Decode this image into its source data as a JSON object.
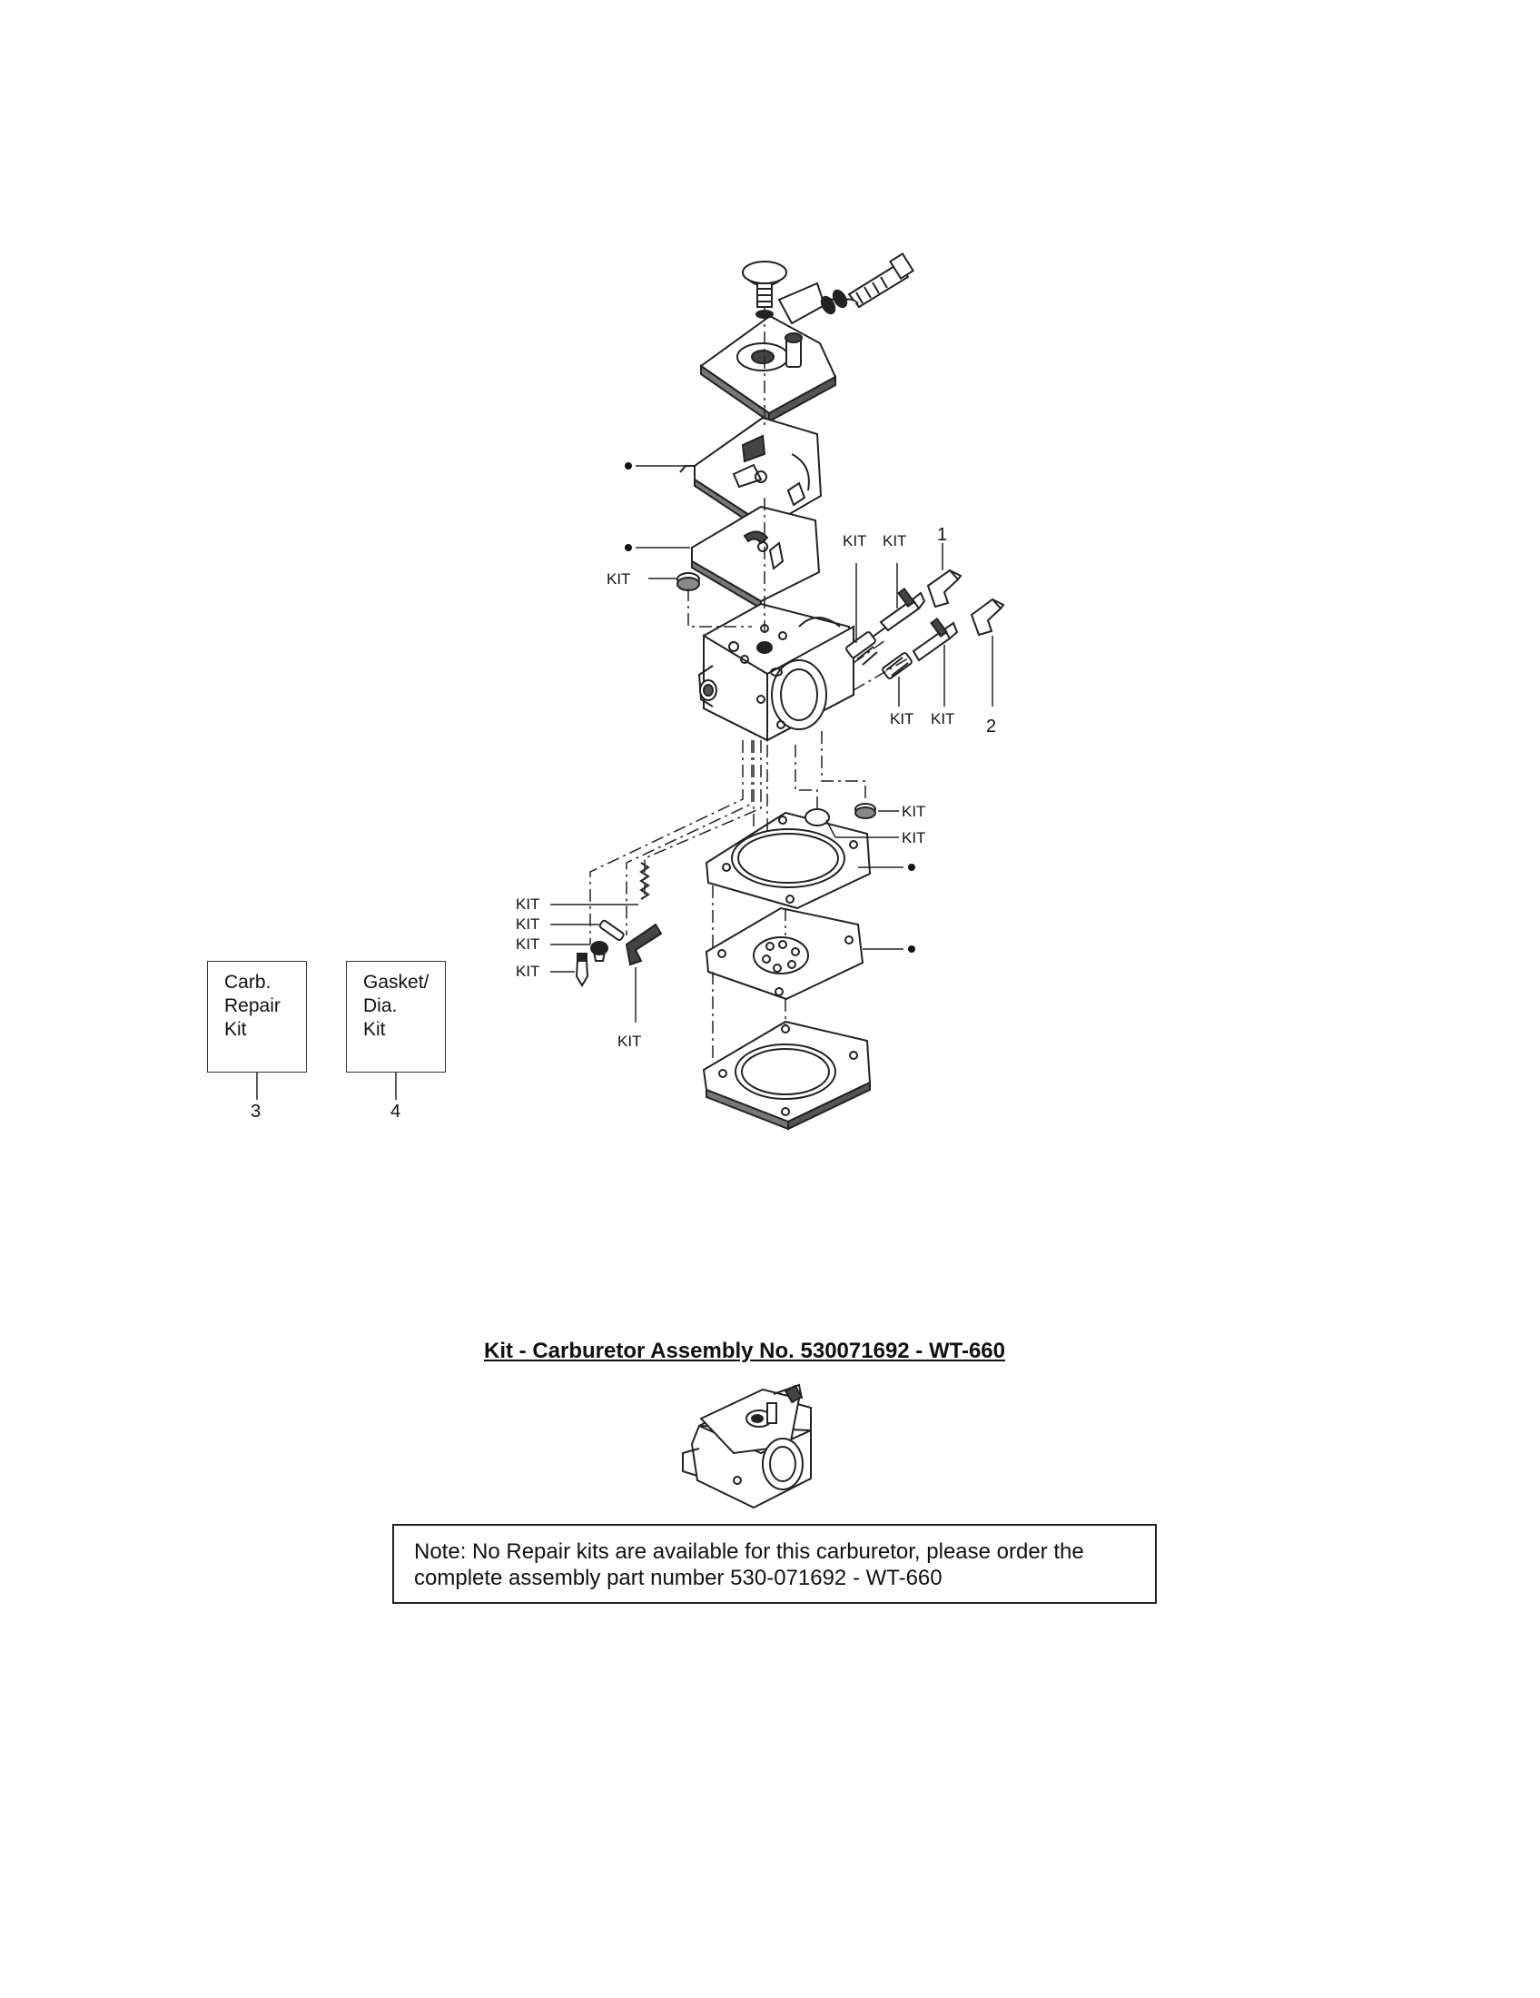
{
  "diagram": {
    "callouts": {
      "kit_label": "KIT",
      "ref_1": "1",
      "ref_2": "2",
      "ref_3": "3",
      "ref_4": "4"
    },
    "boxes": {
      "carb_repair_kit": {
        "line1": "Carb.",
        "line2": "Repair",
        "line3": "Kit"
      },
      "gasket_dia_kit": {
        "line1": "Gasket/",
        "line2": "Dia.",
        "line3": "Kit"
      }
    }
  },
  "kit_section": {
    "title": "Kit - Carburetor Assembly No. 530071692 - WT-660"
  },
  "note": {
    "line1": "Note: No Repair kits are available for this carburetor, please order the",
    "line2": "complete assembly part number 530-071692 - WT-660"
  }
}
